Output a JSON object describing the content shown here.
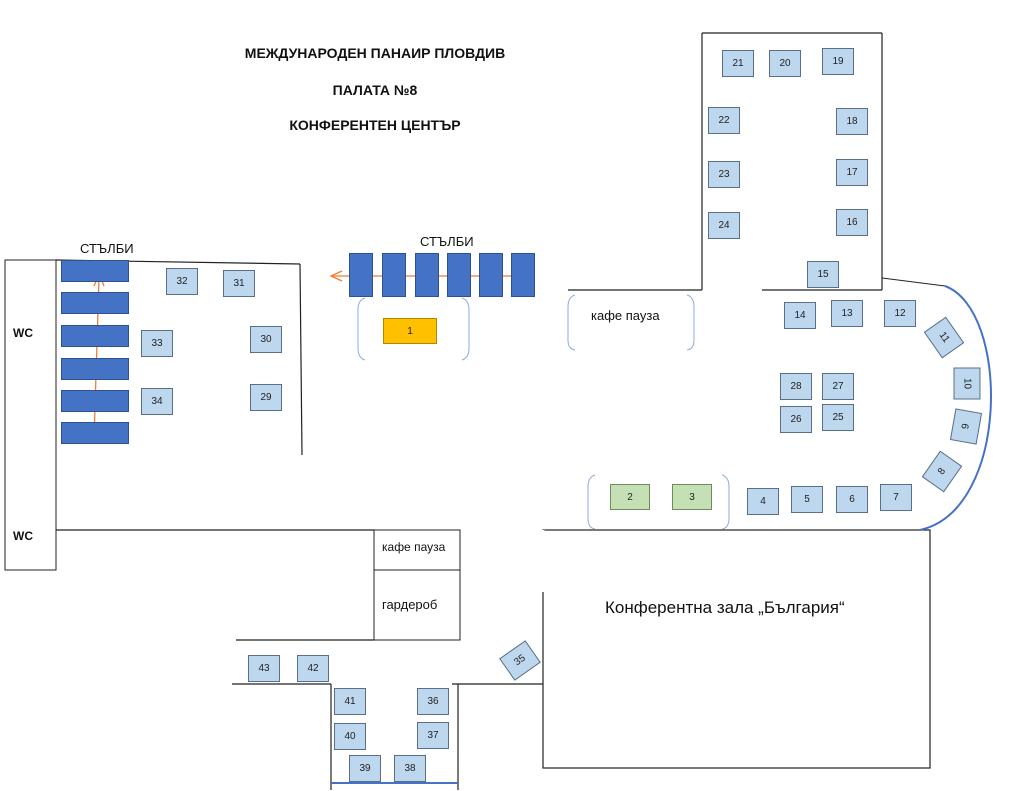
{
  "header": {
    "line1": "МЕЖДУНАРОДЕН ПАНАИР ПЛОВДИВ",
    "line2": "ПАЛАТА №8",
    "line3": "КОНФЕРЕНТЕН ЦЕНТЪР"
  },
  "labels": {
    "chairs_left": "СТЪЛБИ",
    "chairs_center": "СТЪЛБИ",
    "wc_top": "WC",
    "wc_bottom": "WC",
    "coffee_break_top": "кафе пауза",
    "coffee_break_bottom": "кафе пауза",
    "cloakroom": "гардероб",
    "conference_hall": "Конферентна зала „България“"
  },
  "booths": [
    "1",
    "2",
    "3",
    "4",
    "5",
    "6",
    "7",
    "8",
    "9",
    "10",
    "11",
    "12",
    "13",
    "14",
    "15",
    "16",
    "17",
    "18",
    "19",
    "20",
    "21",
    "22",
    "23",
    "24",
    "25",
    "26",
    "27",
    "28",
    "29",
    "30",
    "31",
    "32",
    "33",
    "34",
    "35",
    "36",
    "37",
    "38",
    "39",
    "40",
    "41",
    "42",
    "43"
  ],
  "colors": {
    "booth_fill": "#bdd7ee",
    "booth_highlight": "#ffc000",
    "booth_green": "#c5e0b4",
    "seating_blue": "#4472c4",
    "arrow": "#ed7d31",
    "curve_wall": "#4472c4"
  }
}
